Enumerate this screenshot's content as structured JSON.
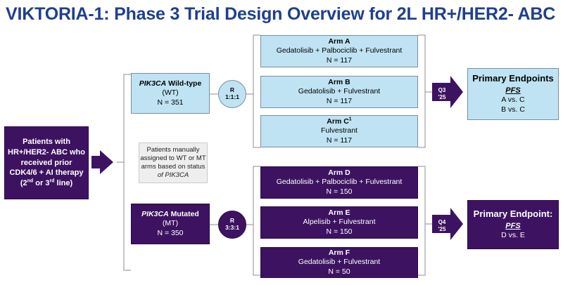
{
  "title": "VIKTORIA-1: Phase 3 Trial Design Overview for 2L HR+/HER2- ABC",
  "patients": {
    "line1": "Patients with",
    "line2": "HR+/HER2- ABC who",
    "line3": "received prior",
    "line4": "CDK4/6 + AI therapy",
    "line5_pre": "(2",
    "line5_sup1": "nd",
    "line5_mid": " or 3",
    "line5_sup2": "rd",
    "line5_post": " line)"
  },
  "note": {
    "line1": "Patients manually",
    "line2": "assigned to WT or MT",
    "line3": "arms based on status",
    "line4": "of PIK3CA"
  },
  "wildtype": {
    "gene": "PIK3CA",
    "label": " Wild-type",
    "abbr": "(WT)",
    "n": "N = 351",
    "rand_r": "R",
    "rand_ratio": "1:1:1",
    "timing_q": "Q3",
    "timing_y": "'25"
  },
  "mutated": {
    "gene": "PIK3CA",
    "label": " Mutated",
    "abbr": "(MT)",
    "n": "N = 350",
    "rand_r": "R",
    "rand_ratio": "3:3:1",
    "timing_q": "Q4",
    "timing_y": "'25"
  },
  "arms": {
    "a": {
      "name": "Arm A",
      "drugs": "Gedatolisib + Palbociclib + Fulvestrant",
      "n": "N = 117"
    },
    "b": {
      "name": "Arm B",
      "drugs": "Gedatolisib + Fulvestrant",
      "n": "N = 117"
    },
    "c": {
      "name": "Arm C",
      "sup": "1",
      "drugs": "Fulvestrant",
      "n": "N = 117"
    },
    "d": {
      "name": "Arm D",
      "drugs": "Gedatolisib + Palbociclib + Fulvestrant",
      "n": "N = 150"
    },
    "e": {
      "name": "Arm E",
      "drugs": "Alpelisib + Fulvestrant",
      "n": "N = 150"
    },
    "f": {
      "name": "Arm F",
      "drugs": "Gedatolisib + Fulvestrant",
      "n": "N = 50"
    }
  },
  "endpoint_wt": {
    "title": "Primary Endpoints",
    "measure": "PFS",
    "cmp1": "A vs. C",
    "cmp2": "B vs. C"
  },
  "endpoint_mt": {
    "title": "Primary Endpoint:",
    "measure": "PFS",
    "cmp1": "D vs. E"
  },
  "colors": {
    "light": "#bfe3f3",
    "dark": "#3d1361",
    "title": "#1f3f8f"
  }
}
